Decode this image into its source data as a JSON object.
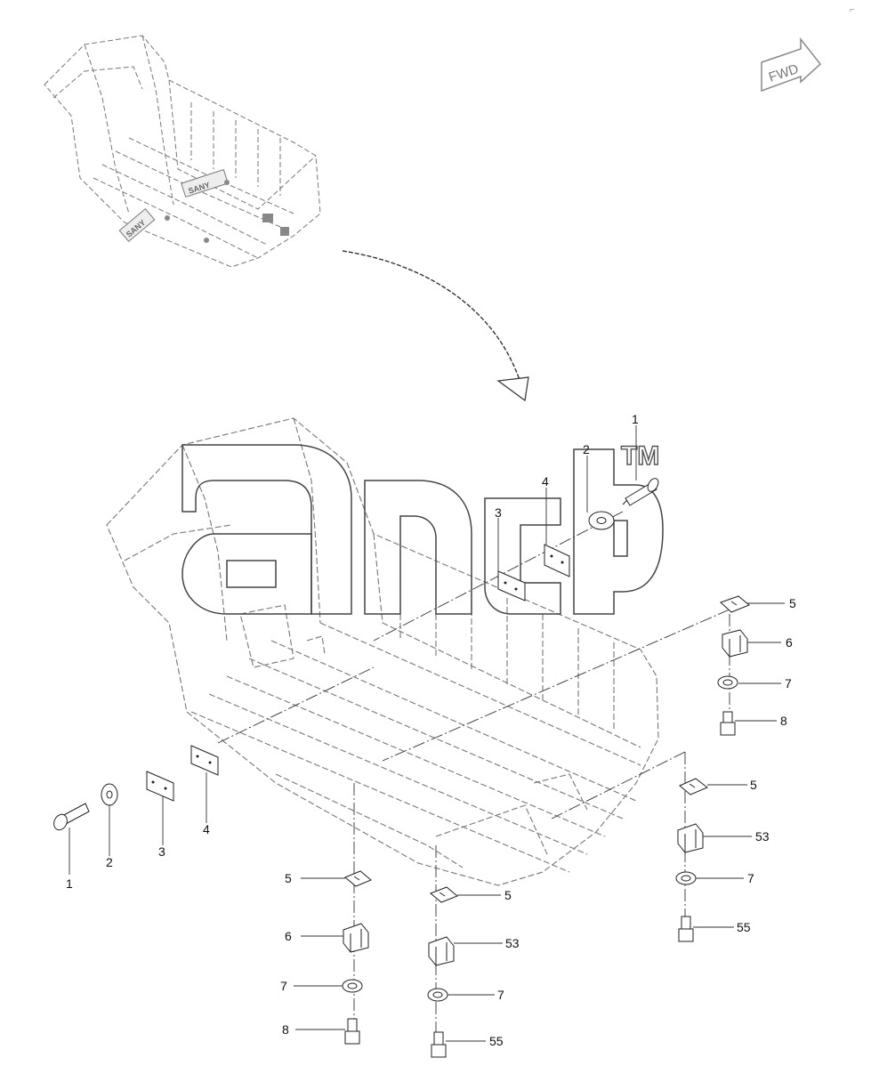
{
  "diagram": {
    "fwd_label": "FWD",
    "brand_label": "SANY",
    "watermark_tm": "TM",
    "callouts": [
      {
        "id": "c-top-1",
        "label": "1"
      },
      {
        "id": "c-top-2",
        "label": "2"
      },
      {
        "id": "c-top-3",
        "label": "3"
      },
      {
        "id": "c-top-4",
        "label": "4"
      },
      {
        "id": "c-r-5a",
        "label": "5"
      },
      {
        "id": "c-r-6",
        "label": "6"
      },
      {
        "id": "c-r-7a",
        "label": "7"
      },
      {
        "id": "c-r-8",
        "label": "8"
      },
      {
        "id": "c-r-5b",
        "label": "5"
      },
      {
        "id": "c-r-53",
        "label": "53"
      },
      {
        "id": "c-r-7b",
        "label": "7"
      },
      {
        "id": "c-r-55",
        "label": "55"
      },
      {
        "id": "c-l-1",
        "label": "1"
      },
      {
        "id": "c-l-2",
        "label": "2"
      },
      {
        "id": "c-l-3",
        "label": "3"
      },
      {
        "id": "c-l-4",
        "label": "4"
      },
      {
        "id": "c-bl-5",
        "label": "5"
      },
      {
        "id": "c-bl-6",
        "label": "6"
      },
      {
        "id": "c-bl-7",
        "label": "7"
      },
      {
        "id": "c-bl-8",
        "label": "8"
      },
      {
        "id": "c-bc-5",
        "label": "5"
      },
      {
        "id": "c-bc-53",
        "label": "53"
      },
      {
        "id": "c-bc-7",
        "label": "7"
      },
      {
        "id": "c-bc-55",
        "label": "55"
      }
    ]
  }
}
